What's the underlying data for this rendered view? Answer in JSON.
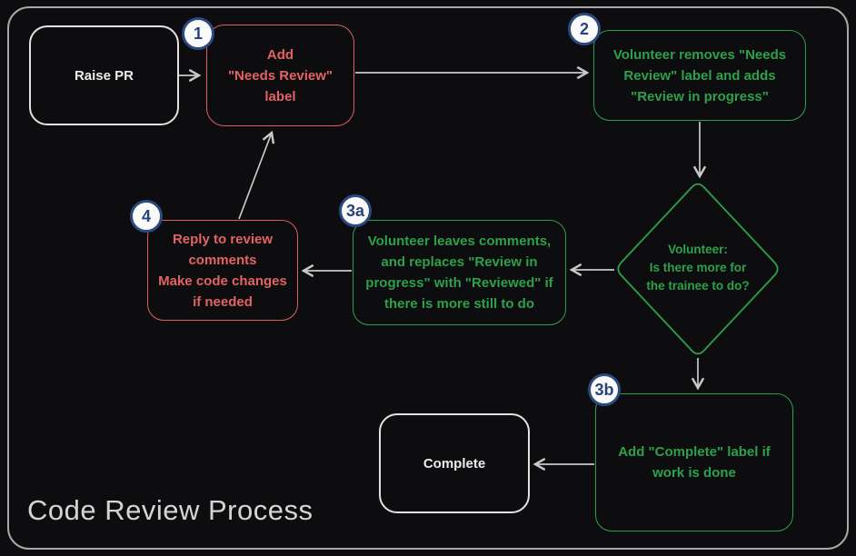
{
  "diagram_title": "Code Review Process",
  "colors": {
    "background": "#0d0d0f",
    "frame_border": "#a8a8a8",
    "red_accent": "#e36363",
    "green_accent": "#2da04a",
    "neutral_accent": "#ececec",
    "badge_border_blue": "#2a4a80",
    "badge_fill": "#fafafa",
    "arrow_gray": "#c9c9c9"
  },
  "nodes": {
    "raise_pr": {
      "label": "Raise PR",
      "type": "terminal"
    },
    "step_1": {
      "badge": "1",
      "label": "Add\n\"Needs Review\"\nlabel",
      "type": "action-red"
    },
    "step_2": {
      "badge": "2",
      "label": "Volunteer removes \"Needs\nReview\" label and adds\n\"Review in progress\"",
      "type": "action-green"
    },
    "decision": {
      "label": "Volunteer:\nIs there more for\nthe trainee to do?",
      "type": "decision-green"
    },
    "step_3a": {
      "badge": "3a",
      "label": "Volunteer leaves comments,\nand replaces \"Review in\nprogress\" with \"Reviewed\" if\nthere is more still to do",
      "type": "action-green"
    },
    "step_4": {
      "badge": "4",
      "label": "Reply to review\ncomments\nMake code changes\nif needed",
      "type": "action-red"
    },
    "step_3b": {
      "badge": "3b",
      "label": "Add \"Complete\" label if\nwork is done",
      "type": "action-green"
    },
    "complete": {
      "label": "Complete",
      "type": "terminal"
    }
  },
  "edges": [
    {
      "from": "raise_pr",
      "to": "step_1"
    },
    {
      "from": "step_1",
      "to": "step_2"
    },
    {
      "from": "step_2",
      "to": "decision"
    },
    {
      "from": "decision",
      "to": "step_3a"
    },
    {
      "from": "step_3a",
      "to": "step_4"
    },
    {
      "from": "step_4",
      "to": "step_1"
    },
    {
      "from": "decision",
      "to": "step_3b"
    },
    {
      "from": "step_3b",
      "to": "complete"
    }
  ]
}
